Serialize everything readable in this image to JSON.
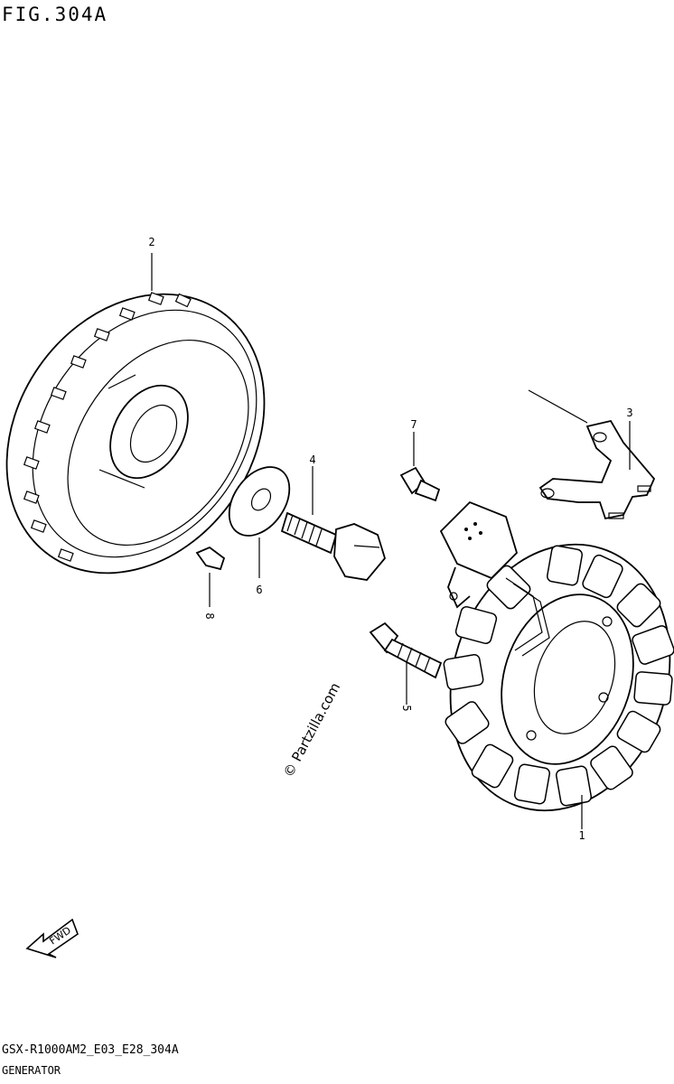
{
  "figure": {
    "title": "FIG.304A",
    "code": "GSX-R1000AM2_E03_E28_304A",
    "name": "GENERATOR"
  },
  "watermark": "© Partzilla.com",
  "fwd_label": "FWD",
  "callouts": [
    "1",
    "2",
    "3",
    "4",
    "5",
    "6",
    "7",
    "8"
  ]
}
